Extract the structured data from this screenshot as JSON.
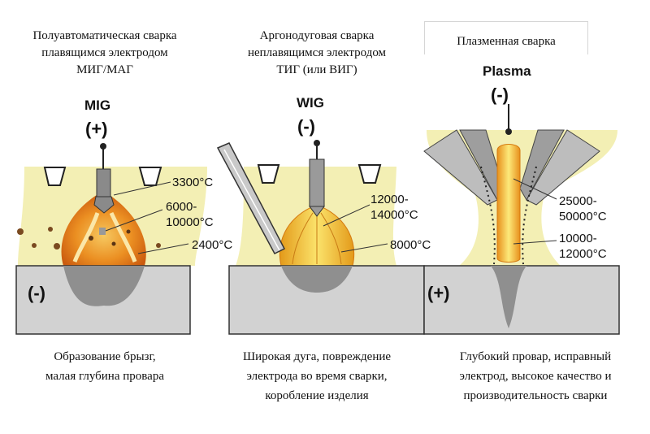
{
  "columns": [
    {
      "heading": [
        "Полуавтоматическая сварка",
        "плавящимся электродом",
        "МИГ/МАГ"
      ],
      "process": "MIG",
      "electrode_polarity": "(+)",
      "workpiece_polarity": "(-)",
      "temperatures": [
        "3300°C",
        "6000-\n10000°C",
        "2400°C"
      ],
      "caption": [
        "Образование брызг,",
        "малая глубина  провара"
      ]
    },
    {
      "heading": [
        "Аргонодуговая сварка",
        "неплавящимся электродом",
        "ТИГ (или ВИГ)"
      ],
      "process": "WIG",
      "electrode_polarity": "(-)",
      "temperatures": [
        "12000-\n14000°C",
        "8000°C"
      ],
      "caption": [
        "Широкая дуга, повреждение",
        "электрода во время сварки,",
        "коробление изделия"
      ]
    },
    {
      "heading": [
        "Плазменная сварка"
      ],
      "process": "Plasma",
      "electrode_polarity": "(-)",
      "workpiece_polarity": "(+)",
      "temperatures": [
        "25000-\n50000°C",
        "10000-\n12000°C"
      ],
      "caption": [
        "Глубокий провар, исправный",
        "электрод, высокое качество и",
        "производительность сварки"
      ]
    }
  ],
  "colors": {
    "gas": "#f3efb4",
    "arc_orange": "#e88a1c",
    "arc_yellow": "#f6cf2a",
    "plate": "#d2d2d2",
    "weld": "#8f8f8f",
    "nozzle": "#b7b7b7"
  }
}
